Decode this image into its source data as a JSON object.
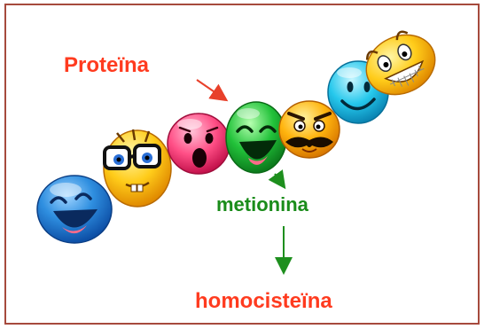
{
  "labels": {
    "protein": "Proteïna",
    "methionine": "metionina",
    "homocysteine": "homocisteïna"
  },
  "colors": {
    "border": "#a64a3d",
    "protein_label": "#ff3b1f",
    "methionine_label": "#1a8c1a",
    "homocysteine_label": "#ff3b1f",
    "arrow_red": "#e8402a",
    "arrow_green": "#1e8f1e"
  },
  "emoji_chain": [
    {
      "name": "laughing-blue-face",
      "color": "#2f8fe0"
    },
    {
      "name": "nerd-glasses-yellow-face",
      "color": "#ffcc1a"
    },
    {
      "name": "surprised-pink-face",
      "color": "#ff4f86"
    },
    {
      "name": "laughing-green-face",
      "color": "#22c23a"
    },
    {
      "name": "mustache-orange-face",
      "color": "#ffb40e"
    },
    {
      "name": "smiling-cyan-face",
      "color": "#26c8ec"
    },
    {
      "name": "grinning-yellow-face",
      "color": "#ffd21c"
    }
  ]
}
